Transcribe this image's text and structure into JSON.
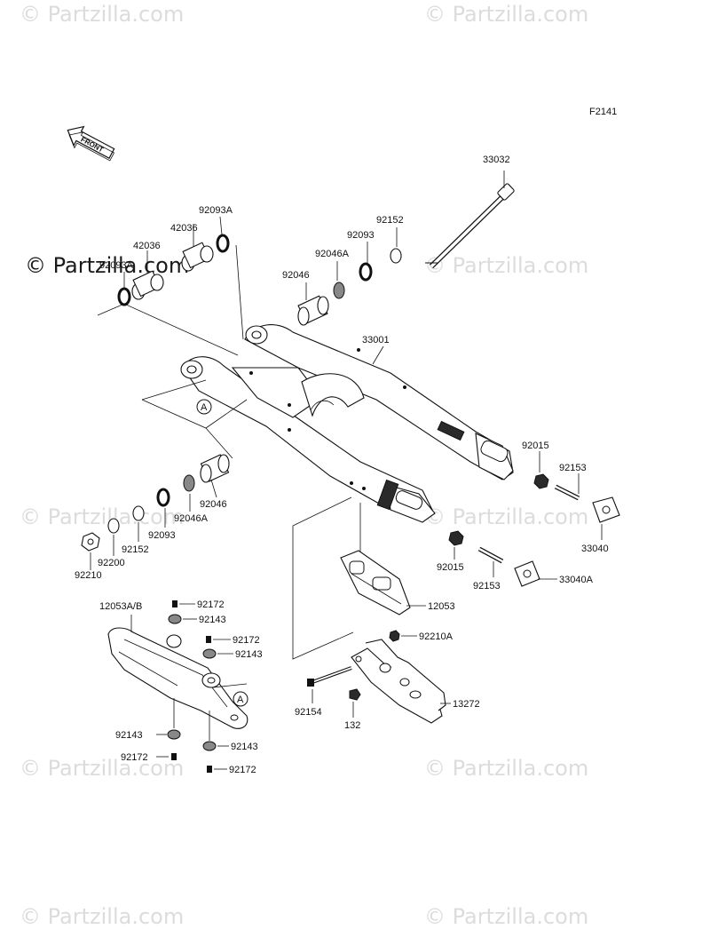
{
  "figure_code": "F2141",
  "front_label": "FRONT",
  "watermarks": [
    "© Partzilla.com",
    "© Partzilla.com",
    "© Partzilla.com",
    "© Partzilla.com",
    "© Partzilla.com",
    "© Partzilla.com",
    "© Partzilla.com",
    "© Partzilla.com",
    "© Partzilla.com",
    "© Partzilla.com"
  ],
  "callouts": {
    "ref_a_top": "A",
    "ref_a_bottom": "A"
  },
  "parts": {
    "p33032": "33032",
    "p92093a_top": "92093A",
    "p42036_top": "42036",
    "p42036_overlap": "42036",
    "p92093a_left": "92093A",
    "p92152_top": "92152",
    "p92093_top": "92093",
    "p92046a_top": "92046A",
    "p92046_top": "92046",
    "p33001": "33001",
    "p92015_right": "92015",
    "p92153_right": "92153",
    "p33040": "33040",
    "p92046_bottom": "92046",
    "p92046a_bottom": "92046A",
    "p92093_bottom": "92093",
    "p92152_bottom": "92152",
    "p92200": "92200",
    "p92210": "92210",
    "p92015_lower": "92015",
    "p92153_lower": "92153",
    "p33040a": "33040A",
    "p12053": "12053",
    "p12053ab": "12053A/B",
    "p92172_a": "92172",
    "p92143_a": "92143",
    "p92172_b": "92172",
    "p92143_b": "92143",
    "p92210a": "92210A",
    "p13272": "13272",
    "p92154": "92154",
    "p132": "132",
    "p92143_c": "92143",
    "p92143_d": "92143",
    "p92172_c": "92172",
    "p92172_d": "92172"
  }
}
